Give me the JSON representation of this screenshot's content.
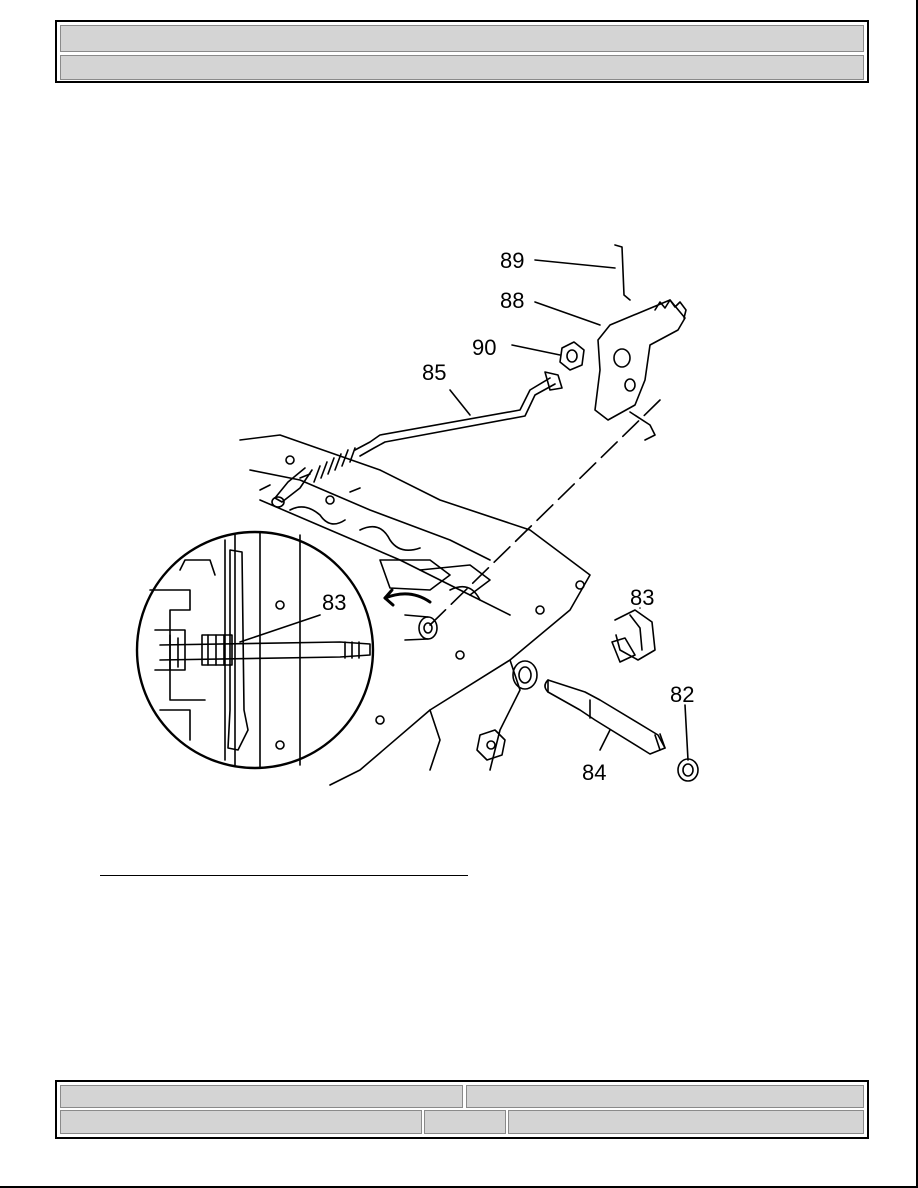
{
  "diagram": {
    "callouts": {
      "c89": "89",
      "c88": "88",
      "c90": "90",
      "c85": "85",
      "c83_inset": "83",
      "c83": "83",
      "c82": "82",
      "c84": "84"
    }
  }
}
